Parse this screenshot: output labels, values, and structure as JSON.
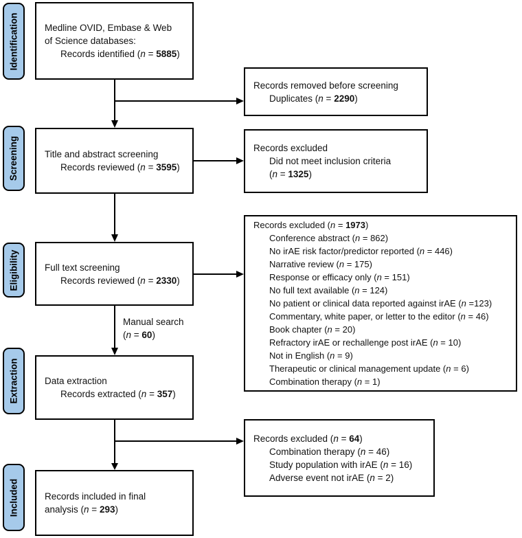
{
  "figure": {
    "kind": "prisma-flow-diagram",
    "background_color": "#ffffff",
    "stage_fill_color": "#a6caea",
    "border_color": "#000000",
    "line_color": "#000000"
  },
  "stages": {
    "identification": "Identification",
    "screening": "Screening",
    "eligibility": "Eligibility",
    "extraction": "Extraction",
    "included": "Included"
  },
  "boxes": {
    "identification": {
      "lines": [
        {
          "seg": [
            {
              "t": "Medline OVID, Embase & Web"
            }
          ]
        },
        {
          "seg": [
            {
              "t": "of Science databases:"
            }
          ]
        },
        {
          "indent": 1,
          "seg": [
            {
              "t": "Records identified ("
            },
            {
              "t": "n",
              "s": "i"
            },
            {
              "t": " = "
            },
            {
              "t": "5885",
              "s": "b"
            },
            {
              "t": ")"
            }
          ]
        }
      ]
    },
    "screening": {
      "lines": [
        {
          "seg": [
            {
              "t": "Title and abstract screening"
            }
          ]
        },
        {
          "indent": 1,
          "seg": [
            {
              "t": "Records reviewed ("
            },
            {
              "t": "n",
              "s": "i"
            },
            {
              "t": " = "
            },
            {
              "t": "3595",
              "s": "b"
            },
            {
              "t": ")"
            }
          ]
        }
      ]
    },
    "eligibility": {
      "lines": [
        {
          "seg": [
            {
              "t": "Full text screening"
            }
          ]
        },
        {
          "indent": 1,
          "seg": [
            {
              "t": "Records reviewed ("
            },
            {
              "t": "n",
              "s": "i"
            },
            {
              "t": " = "
            },
            {
              "t": "2330",
              "s": "b"
            },
            {
              "t": ")"
            }
          ]
        }
      ]
    },
    "extraction": {
      "lines": [
        {
          "seg": [
            {
              "t": "Data extraction"
            }
          ]
        },
        {
          "indent": 1,
          "seg": [
            {
              "t": "Records extracted ("
            },
            {
              "t": "n",
              "s": "i"
            },
            {
              "t": " = "
            },
            {
              "t": "357",
              "s": "b"
            },
            {
              "t": ")"
            }
          ]
        }
      ]
    },
    "included": {
      "lines": [
        {
          "seg": [
            {
              "t": "Records included in final"
            }
          ]
        },
        {
          "seg": [
            {
              "t": "analysis ("
            },
            {
              "t": "n",
              "s": "i"
            },
            {
              "t": " = "
            },
            {
              "t": "293",
              "s": "b"
            },
            {
              "t": ")"
            }
          ]
        }
      ]
    },
    "removed_before_screening": {
      "lines": [
        {
          "seg": [
            {
              "t": "Records removed before screening"
            }
          ]
        },
        {
          "indent": 1,
          "seg": [
            {
              "t": "Duplicates ("
            },
            {
              "t": "n",
              "s": "i"
            },
            {
              "t": " = "
            },
            {
              "t": "2290",
              "s": "b"
            },
            {
              "t": ")"
            }
          ]
        }
      ]
    },
    "excluded_screening": {
      "lines": [
        {
          "seg": [
            {
              "t": "Records excluded"
            }
          ]
        },
        {
          "indent": 1,
          "seg": [
            {
              "t": "Did not meet inclusion criteria"
            }
          ]
        },
        {
          "indent": 1,
          "seg": [
            {
              "t": "("
            },
            {
              "t": "n",
              "s": "i"
            },
            {
              "t": " = "
            },
            {
              "t": "1325",
              "s": "b"
            },
            {
              "t": ")"
            }
          ]
        }
      ]
    },
    "excluded_full_text": {
      "lines": [
        {
          "seg": [
            {
              "t": "Records excluded ("
            },
            {
              "t": "n",
              "s": "i"
            },
            {
              "t": " = "
            },
            {
              "t": "1973",
              "s": "b"
            },
            {
              "t": ")"
            }
          ]
        },
        {
          "indent": 1,
          "seg": [
            {
              "t": "Conference abstract ("
            },
            {
              "t": "n",
              "s": "i"
            },
            {
              "t": " = "
            },
            {
              "t": "862"
            },
            {
              "t": ")"
            }
          ]
        },
        {
          "indent": 1,
          "seg": [
            {
              "t": "No irAE risk factor/predictor reported ("
            },
            {
              "t": "n",
              "s": "i"
            },
            {
              "t": " = "
            },
            {
              "t": "446"
            },
            {
              "t": ")"
            }
          ]
        },
        {
          "indent": 1,
          "seg": [
            {
              "t": "Narrative review ("
            },
            {
              "t": "n",
              "s": "i"
            },
            {
              "t": " = "
            },
            {
              "t": "175"
            },
            {
              "t": ")"
            }
          ]
        },
        {
          "indent": 1,
          "seg": [
            {
              "t": "Response or efficacy only ("
            },
            {
              "t": "n",
              "s": "i"
            },
            {
              "t": " = "
            },
            {
              "t": "151"
            },
            {
              "t": ")"
            }
          ]
        },
        {
          "indent": 1,
          "seg": [
            {
              "t": "No full text available ("
            },
            {
              "t": "n",
              "s": "i"
            },
            {
              "t": " = "
            },
            {
              "t": "124"
            },
            {
              "t": ")"
            }
          ]
        },
        {
          "indent": 1,
          "seg": [
            {
              "t": "No patient or clinical data reported against irAE ("
            },
            {
              "t": "n",
              "s": "i"
            },
            {
              "t": " ="
            },
            {
              "t": "123"
            },
            {
              "t": ")"
            }
          ]
        },
        {
          "indent": 1,
          "seg": [
            {
              "t": "Commentary, white paper, or letter to the editor ("
            },
            {
              "t": "n",
              "s": "i"
            },
            {
              "t": " = "
            },
            {
              "t": "46"
            },
            {
              "t": ")"
            }
          ]
        },
        {
          "indent": 1,
          "seg": [
            {
              "t": "Book chapter ("
            },
            {
              "t": "n",
              "s": "i"
            },
            {
              "t": " = "
            },
            {
              "t": "20"
            },
            {
              "t": ")"
            }
          ]
        },
        {
          "indent": 1,
          "seg": [
            {
              "t": "Refractory irAE or rechallenge post irAE ("
            },
            {
              "t": "n",
              "s": "i"
            },
            {
              "t": " = "
            },
            {
              "t": "10"
            },
            {
              "t": ")"
            }
          ]
        },
        {
          "indent": 1,
          "seg": [
            {
              "t": "Not in English ("
            },
            {
              "t": "n",
              "s": "i"
            },
            {
              "t": " = "
            },
            {
              "t": "9"
            },
            {
              "t": ")"
            }
          ]
        },
        {
          "indent": 1,
          "seg": [
            {
              "t": "Therapeutic or clinical management update ("
            },
            {
              "t": "n",
              "s": "i"
            },
            {
              "t": " = "
            },
            {
              "t": "6"
            },
            {
              "t": ")"
            }
          ]
        },
        {
          "indent": 1,
          "seg": [
            {
              "t": "Combination therapy ("
            },
            {
              "t": "n",
              "s": "i"
            },
            {
              "t": " = "
            },
            {
              "t": "1"
            },
            {
              "t": ")"
            }
          ]
        }
      ]
    },
    "excluded_extraction": {
      "lines": [
        {
          "seg": [
            {
              "t": "Records excluded ("
            },
            {
              "t": "n",
              "s": "i"
            },
            {
              "t": " = "
            },
            {
              "t": "64",
              "s": "b"
            },
            {
              "t": ")"
            }
          ]
        },
        {
          "indent": 1,
          "seg": [
            {
              "t": "Combination therapy ("
            },
            {
              "t": "n",
              "s": "i"
            },
            {
              "t": " = "
            },
            {
              "t": "46"
            },
            {
              "t": ")"
            }
          ]
        },
        {
          "indent": 1,
          "seg": [
            {
              "t": "Study population with irAE ("
            },
            {
              "t": "n",
              "s": "i"
            },
            {
              "t": " = "
            },
            {
              "t": "16"
            },
            {
              "t": ")"
            }
          ]
        },
        {
          "indent": 1,
          "seg": [
            {
              "t": "Adverse event not irAE ("
            },
            {
              "t": "n",
              "s": "i"
            },
            {
              "t": " = "
            },
            {
              "t": "2"
            },
            {
              "t": ")"
            }
          ]
        }
      ]
    },
    "manual_search": {
      "lines": [
        {
          "seg": [
            {
              "t": "Manual search"
            }
          ]
        },
        {
          "seg": [
            {
              "t": "("
            },
            {
              "t": "n",
              "s": "i"
            },
            {
              "t": " = "
            },
            {
              "t": "60",
              "s": "b"
            },
            {
              "t": ")"
            }
          ]
        }
      ]
    }
  }
}
